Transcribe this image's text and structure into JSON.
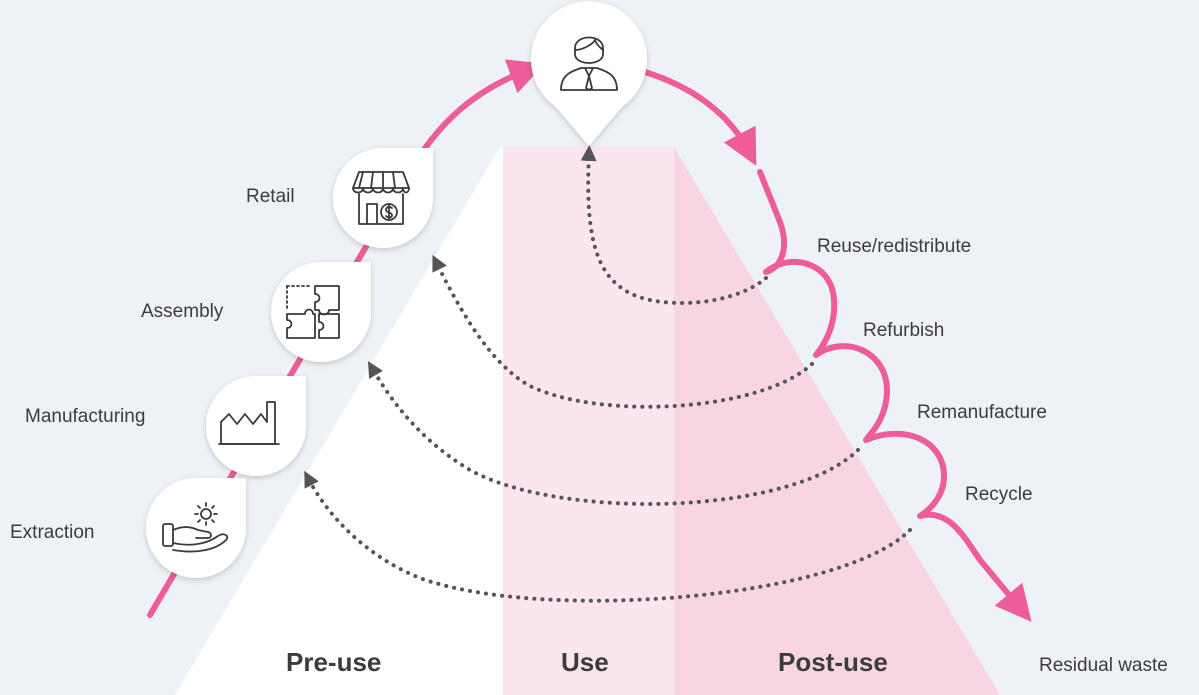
{
  "stages": {
    "extraction": "Extraction",
    "manufacturing": "Manufacturing",
    "assembly": "Assembly",
    "retail": "Retail"
  },
  "loops": {
    "reuse": "Reuse/redistribute",
    "refurbish": "Refurbish",
    "remanufacture": "Remanufacture",
    "recycle": "Recycle"
  },
  "end": "Residual waste",
  "phases": {
    "pre_use": "Pre-use",
    "use": "Use",
    "post_use": "Post-use"
  },
  "colors": {
    "background": "#eef2f6",
    "accent": "#ec5d99",
    "use_band": "#fbe5ee",
    "post_band": "#f8d5e2",
    "dotted": "#555555"
  },
  "icons": [
    "hand-gear-icon",
    "factory-icon",
    "puzzle-icon",
    "shop-icon",
    "person-icon"
  ]
}
